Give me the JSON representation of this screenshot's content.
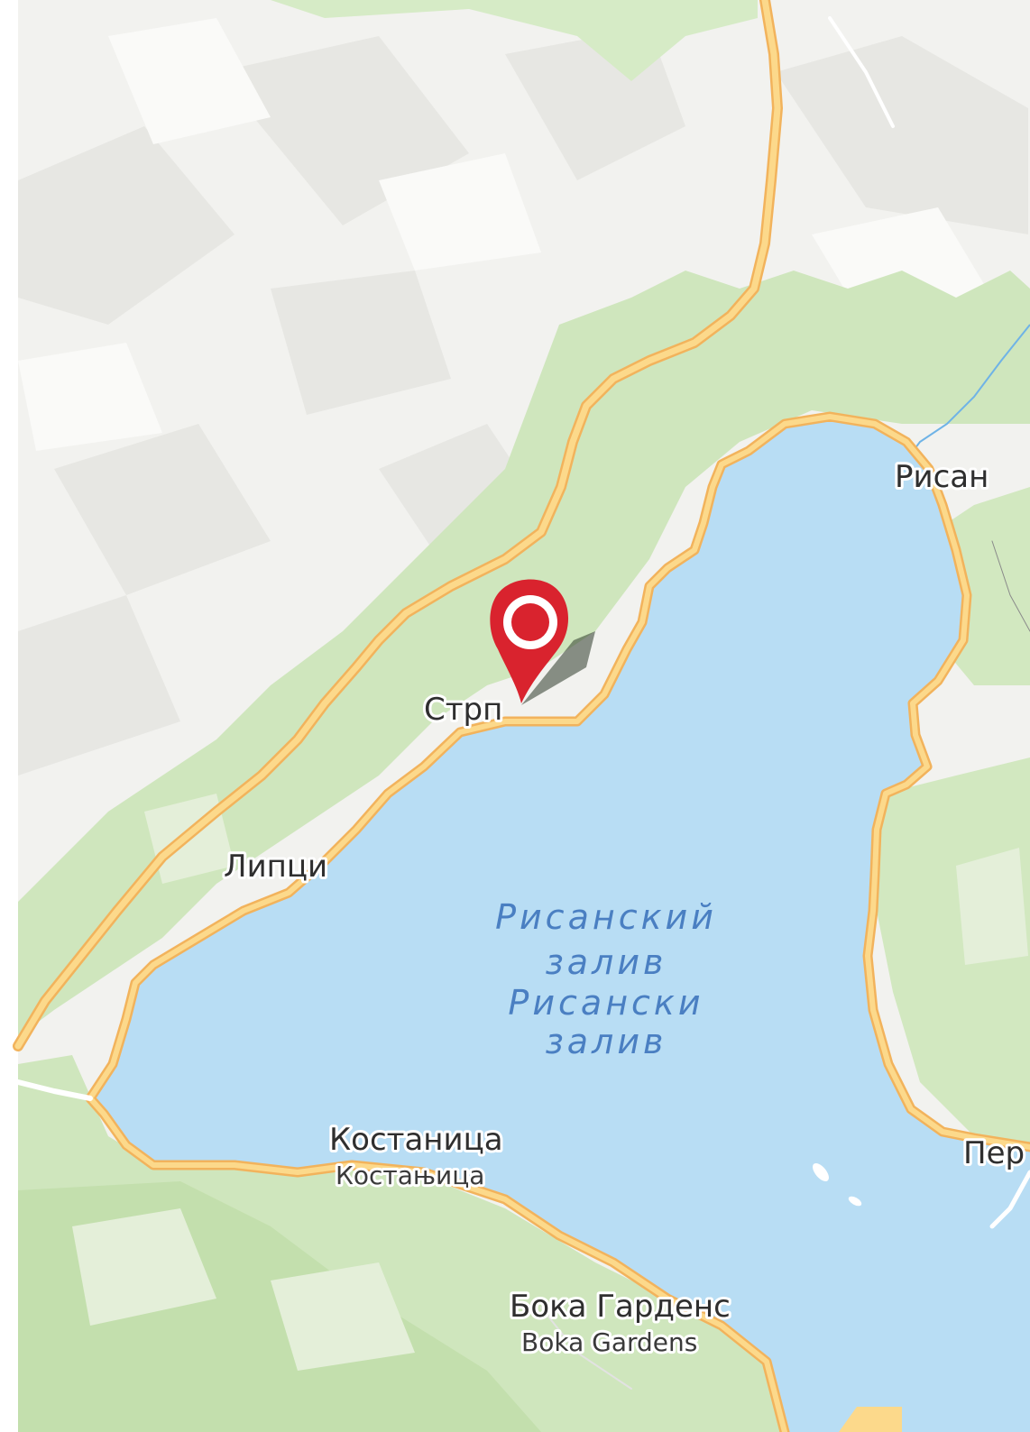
{
  "map": {
    "colors": {
      "water": "#b8ddf4",
      "forest": "#cfe6bd",
      "forest_dark": "#bfdcaa",
      "terrain": "#f2f2ef",
      "terrain_shade": "#e6e6e3",
      "road_fill": "#fcd98b",
      "road_casing": "#f2b35c",
      "river": "#6fb3e6",
      "marker": "#d9232e",
      "water_text": "#4a7fc2"
    },
    "marker": {
      "icon": "map-pin-icon",
      "place": "Стрп"
    },
    "places": {
      "risan": "Рисан",
      "strp": "Стрп",
      "liptsi": "Липци",
      "kostanitsa_ru": "Костаница",
      "kostanitsa_sr": "Костањица",
      "boka_ru": "Бока Гарденс",
      "boka_en": "Boka Gardens",
      "perast_partial": "Пер"
    },
    "water": {
      "line1": "Рисанский",
      "line2": "залив",
      "line3": "Рисански",
      "line4": "залив"
    }
  }
}
